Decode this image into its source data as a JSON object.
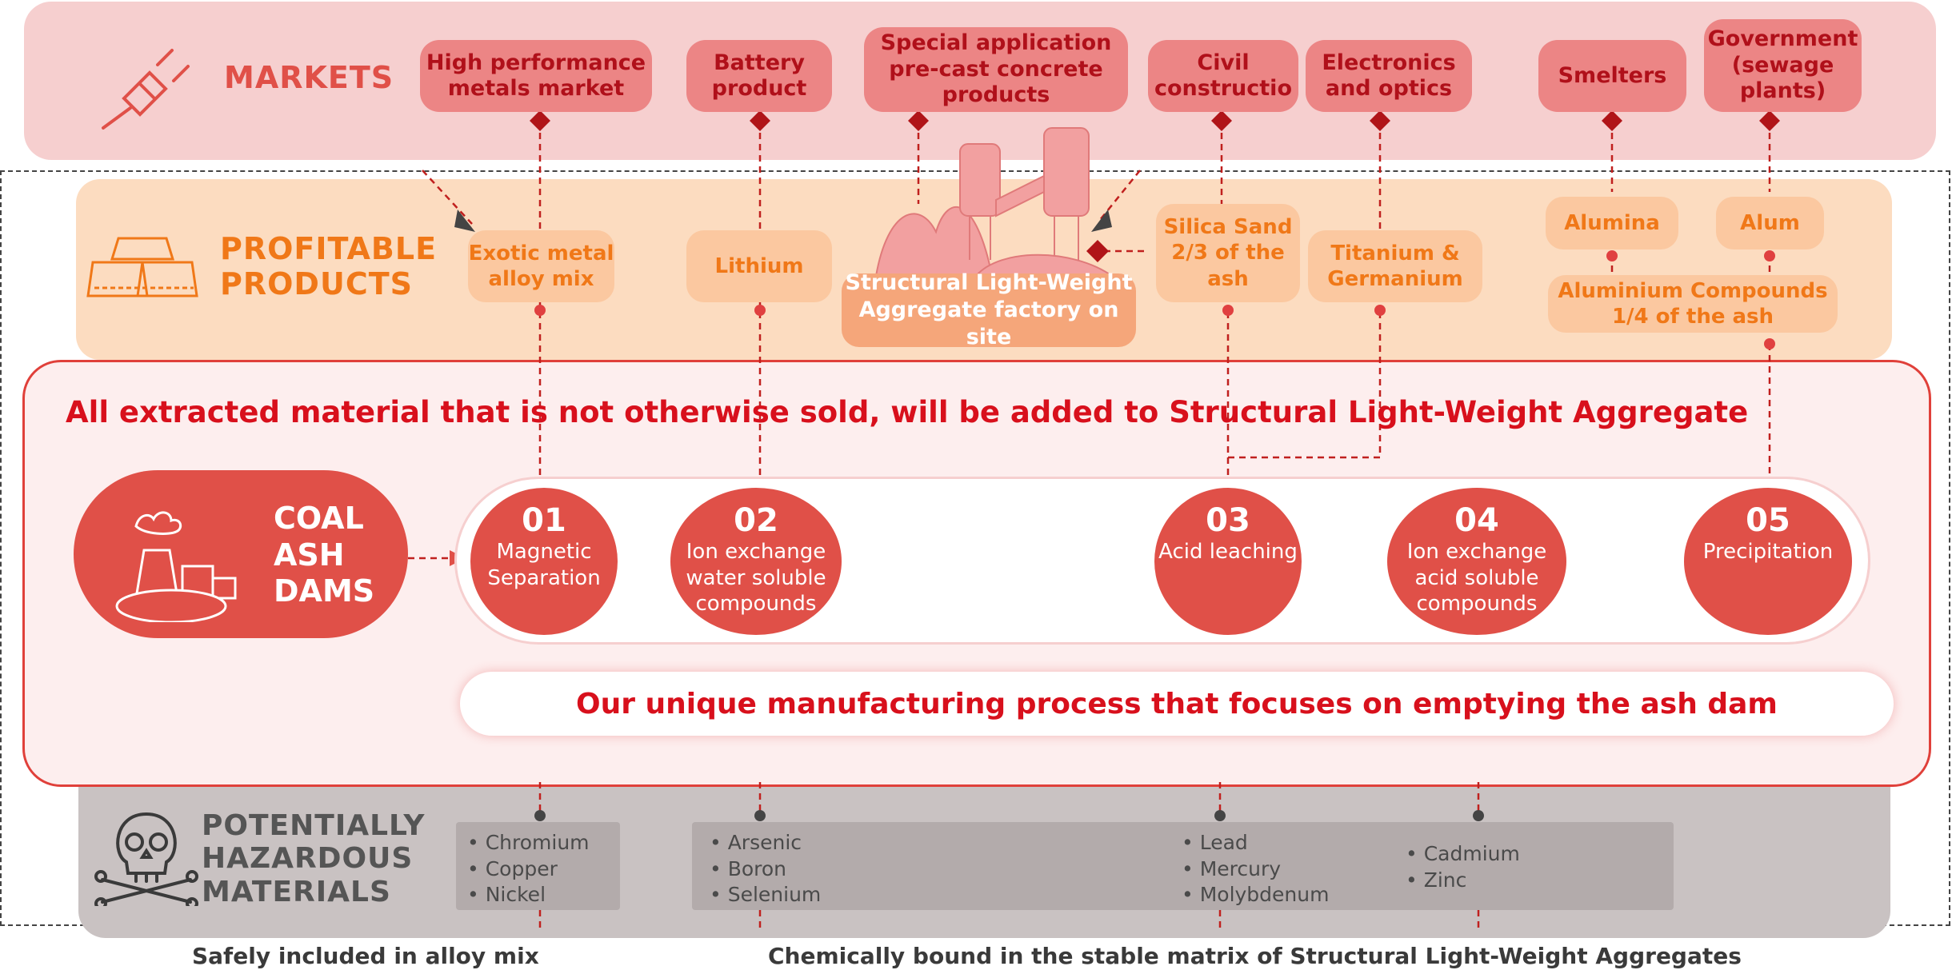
{
  "categories": {
    "markets": "MARKETS",
    "products": "PROFITABLE PRODUCTS",
    "hazardous": "POTENTIALLY HAZARDOUS MATERIALS"
  },
  "markets": [
    "High performance metals market",
    "Battery product",
    "Special application pre-cast concrete products",
    "Civil constructio",
    "Electronics and optics",
    "Smelters",
    "Government (sewage plants)"
  ],
  "products": [
    "Exotic metal alloy mix",
    "Lithium",
    "Silica Sand 2/3 of the ash",
    "Titanium & Germanium",
    "Alumina",
    "Alum",
    "Aluminium Compounds 1/4 of the ash"
  ],
  "factory_label": "Structural Light-Weight Aggregate factory on site",
  "process": {
    "headline": "All extracted material that is not otherwise sold, will be added to Structural Light-Weight Aggregate",
    "source": "COAL ASH DAMS",
    "steps": [
      {
        "num": "01",
        "label": "Magnetic Separation"
      },
      {
        "num": "02",
        "label": "Ion exchange water soluble compounds"
      },
      {
        "num": "03",
        "label": "Acid leaching"
      },
      {
        "num": "04",
        "label": "Ion exchange acid soluble compounds"
      },
      {
        "num": "05",
        "label": "Precipitation"
      }
    ],
    "tagline": "Our unique manufacturing process that focuses on emptying the ash dam"
  },
  "hazardous_groups": [
    [
      "Chromium",
      "Copper",
      "Nickel"
    ],
    [
      "Arsenic",
      "Boron",
      "Selenium"
    ],
    [
      "Lead",
      "Mercury",
      "Molybdenum"
    ],
    [
      "Cadmium",
      "Zinc"
    ]
  ],
  "footer": {
    "left": "Safely included in alloy mix",
    "right": "Chemically bound in the stable matrix of Structural Light-Weight Aggregates"
  },
  "colors": {
    "accent_red": "#e05048",
    "market_fill": "#ec8585",
    "product_text": "#f07818",
    "connector": "#c0201e"
  },
  "icons": [
    "plug-icon",
    "gold-bars-icon",
    "coal-plant-icon",
    "skull-crossbones-icon",
    "silo-factory-icon"
  ]
}
